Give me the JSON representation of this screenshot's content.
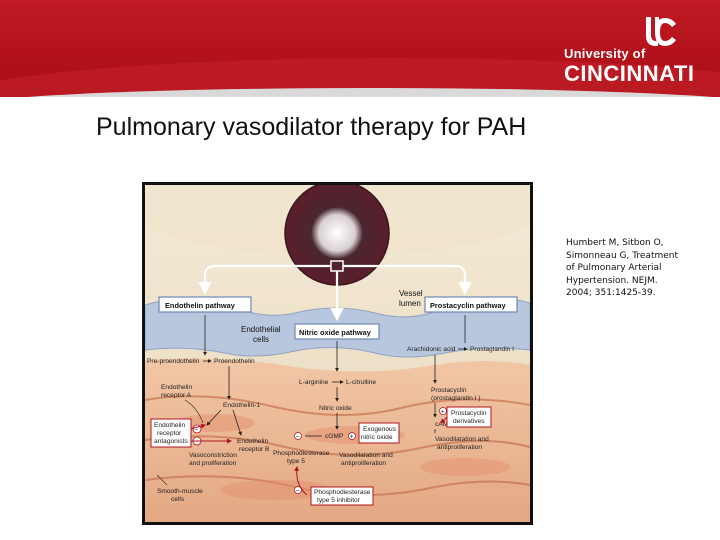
{
  "header": {
    "logo": {
      "university_of": "University of",
      "cincinnati": "CINCINNATI",
      "mark_icon": "uc-monogram-icon"
    },
    "colors": {
      "banner_red": "#b3121c",
      "accent_gray": "#d9d9d9"
    }
  },
  "slide": {
    "title": "Pulmonary vasodilator therapy for PAH"
  },
  "figure": {
    "pathway_boxes": {
      "endothelin": "Endothelin pathway",
      "nitric_oxide": "Nitric oxide pathway",
      "prostacyclin": "Prostacyclin pathway"
    },
    "regions": {
      "vessel_lumen_1": "Vessel",
      "vessel_lumen_2": "lumen",
      "endothelial_1": "Endothelial",
      "endothelial_2": "cells",
      "smooth_muscle_1": "Smooth-muscle",
      "smooth_muscle_2": "cells"
    },
    "endothelin_labels": {
      "pre_proendothelin": "Pre-proendothelin",
      "proendothelin": "Proendothelin",
      "receptor_a_1": "Endothelin",
      "receptor_a_2": "receptor A",
      "endothelin_1": "Endothelin-1",
      "antagonists_1": "Endothelin",
      "antagonists_2": "receptor",
      "antagonists_3": "antagonists",
      "receptor_b_1": "Endothelin",
      "receptor_b_2": "receptor B",
      "vasoconstriction_1": "Vasoconstriction",
      "vasoconstriction_2": "and proliferation"
    },
    "no_labels": {
      "l_arginine": "L-arginine",
      "l_citrulline": "L-citrulline",
      "nitric_oxide": "Nitric oxide",
      "cgmp": "cGMP",
      "exogenous_1": "Exogenous",
      "exogenous_2": "nitric oxide",
      "pde_1": "Phosphodiesterase",
      "pde_2": "type 5",
      "vasodilatation_1": "Vasodilatation and",
      "vasodilatation_2": "antiproliferation",
      "inhibitor_1": "Phosphodiesterase",
      "inhibitor_2": "type 5 inhibitor"
    },
    "prostacyclin_labels": {
      "arachidonic": "Arachidonic acid",
      "prostaglandin": "Prostaglandin I",
      "prostacyclin_1": "Prostacyclin",
      "prostacyclin_2": "(prostaglandin I )",
      "camp": "cAMP",
      "derivatives_1": "Prostacyclin",
      "derivatives_2": "derivatives",
      "vasodilatation_1": "Vasodilatation and",
      "vasodilatation_2": "antiproliferation"
    },
    "signs": {
      "plus": "+",
      "minus": "−"
    }
  },
  "citation": {
    "line1": "Humbert M, Sitbon O,",
    "line2": "Simonneau G,  Treatment",
    "line3": "of Pulmonary Arterial",
    "line4": "Hypertension. NEJM.",
    "line5": "2004; 351:1425-39."
  }
}
